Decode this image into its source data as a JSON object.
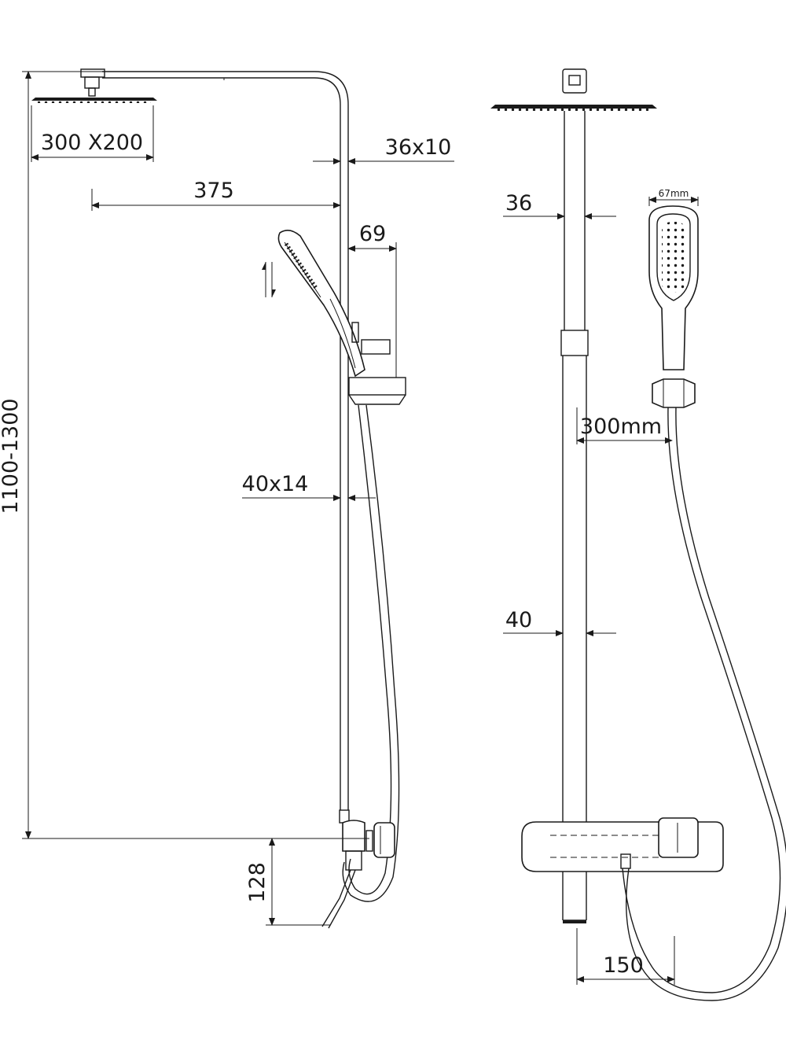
{
  "colors": {
    "line": "#1a1a1a",
    "background": "#ffffff"
  },
  "dimensions": {
    "head_size": "300 X200",
    "arm_profile": "36x10",
    "arm_reach": "375",
    "holder_offset": "69",
    "total_height": "1100-1300",
    "rail_profile": "40x14",
    "valve_height": "128",
    "upper_tube_dia": "36",
    "handshower_width": "67mm",
    "hand_offset": "300mm",
    "lower_tube_dia": "40",
    "valve_depth": "150"
  },
  "icons": [
    "up-down-arrow-icon"
  ]
}
